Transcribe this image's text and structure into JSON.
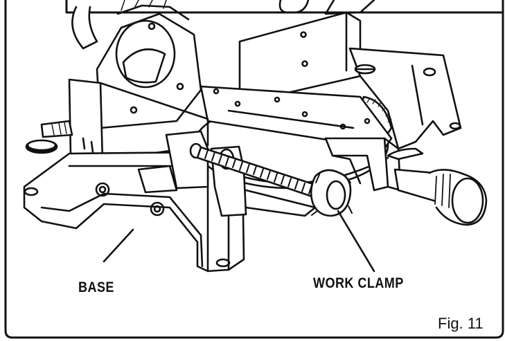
{
  "labels": {
    "base": "BASE",
    "work_clamp": "WORK CLAMP"
  },
  "figure": {
    "caption": "Fig. 11"
  },
  "colors": {
    "ink": "#111111",
    "paper": "#ffffff"
  }
}
